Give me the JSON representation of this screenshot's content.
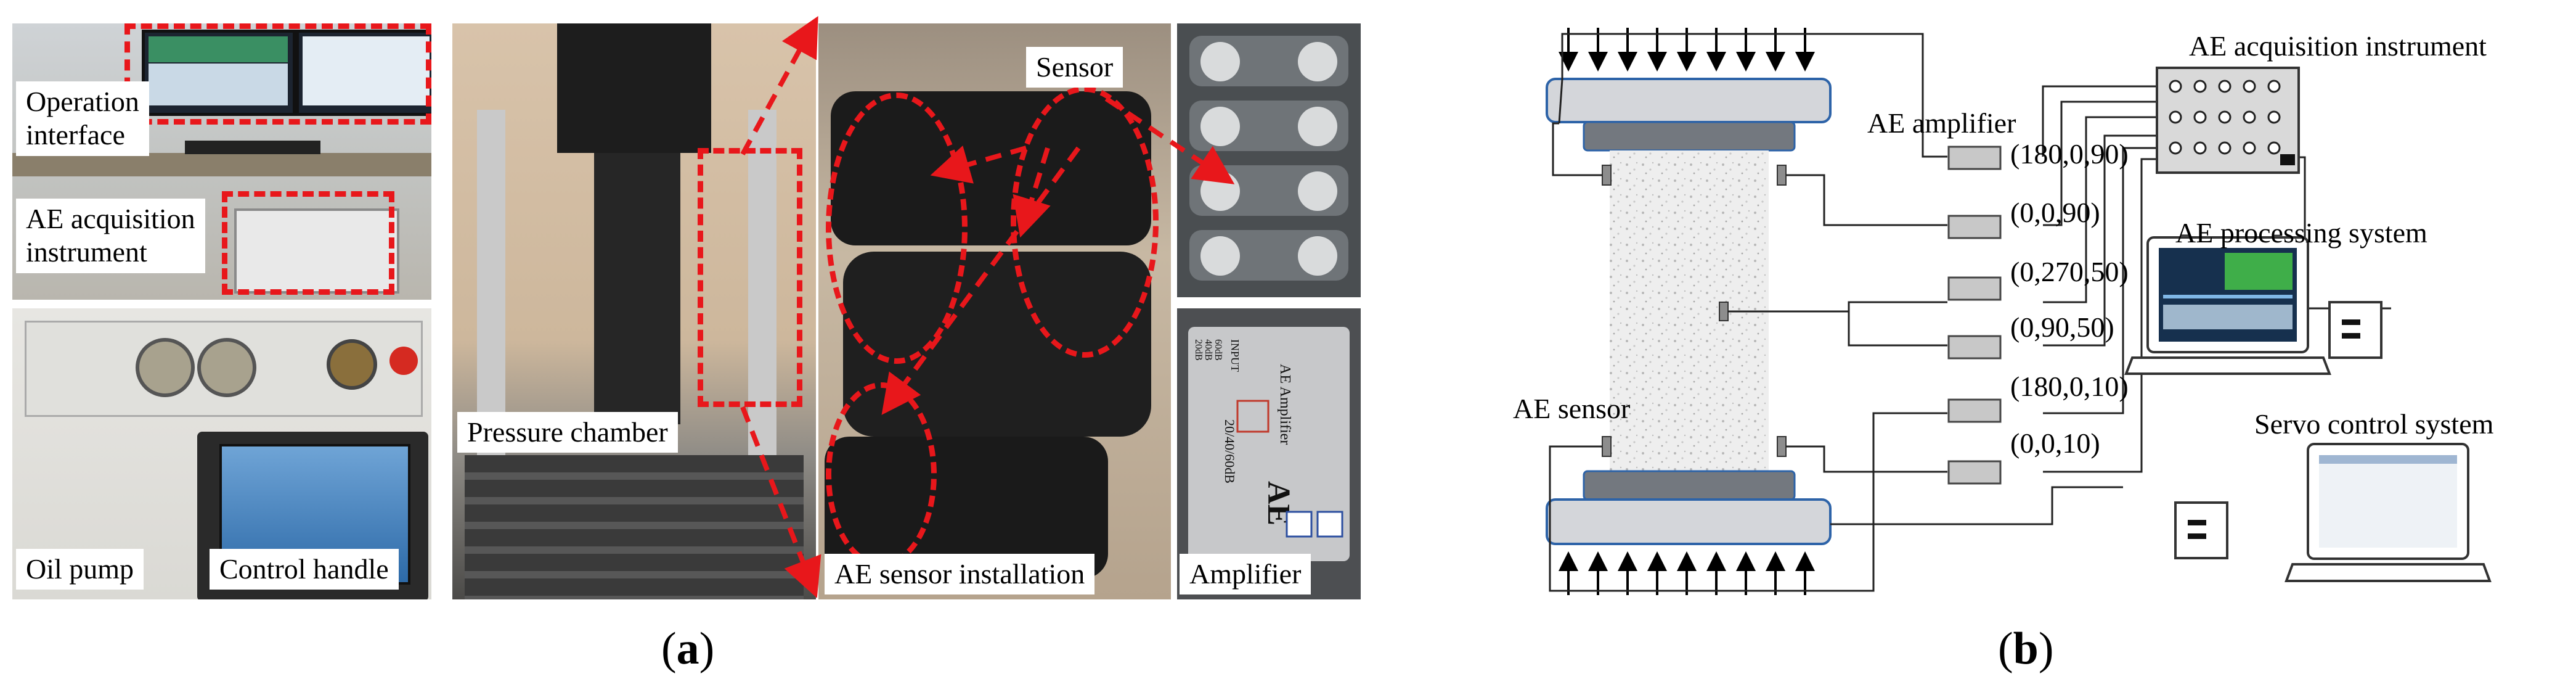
{
  "panel_a": {
    "operation_interface": [
      "Operation",
      "interface"
    ],
    "acquisition_instrument": [
      "AE acquisition",
      "instrument"
    ],
    "oil_pump": "Oil pump",
    "control_handle": "Control handle",
    "pressure_chamber": "Pressure chamber",
    "sensor": "Sensor",
    "sensor_installation": "AE sensor installation",
    "amplifier": "Amplifier",
    "amplifier_plate": {
      "input": "INPUT",
      "gains": [
        "60dB",
        "40dB",
        "20dB"
      ],
      "brand": "AE Amplifier",
      "label": "AE",
      "model": "20/40/60dB"
    },
    "caption": "a"
  },
  "panel_b": {
    "acquisition_instrument": "AE acquisition instrument",
    "amplifier": "AE amplifier",
    "processing_system": "AE processing system",
    "servo_system": "Servo control system",
    "ae_sensor": "AE sensor",
    "coordinates": [
      "(180,0,90)",
      "(0,0,90)",
      "(0,270,50)",
      "(0,90,50)",
      "(180,0,10)",
      "(0,0,10)"
    ],
    "caption": "b"
  },
  "colors": {
    "dash_red": "#e8171b",
    "platen_fill": "#d4d6da",
    "platen_border": "#2d63a8",
    "platen_base": "#73787f",
    "amp_box": "#c8c8c8"
  }
}
